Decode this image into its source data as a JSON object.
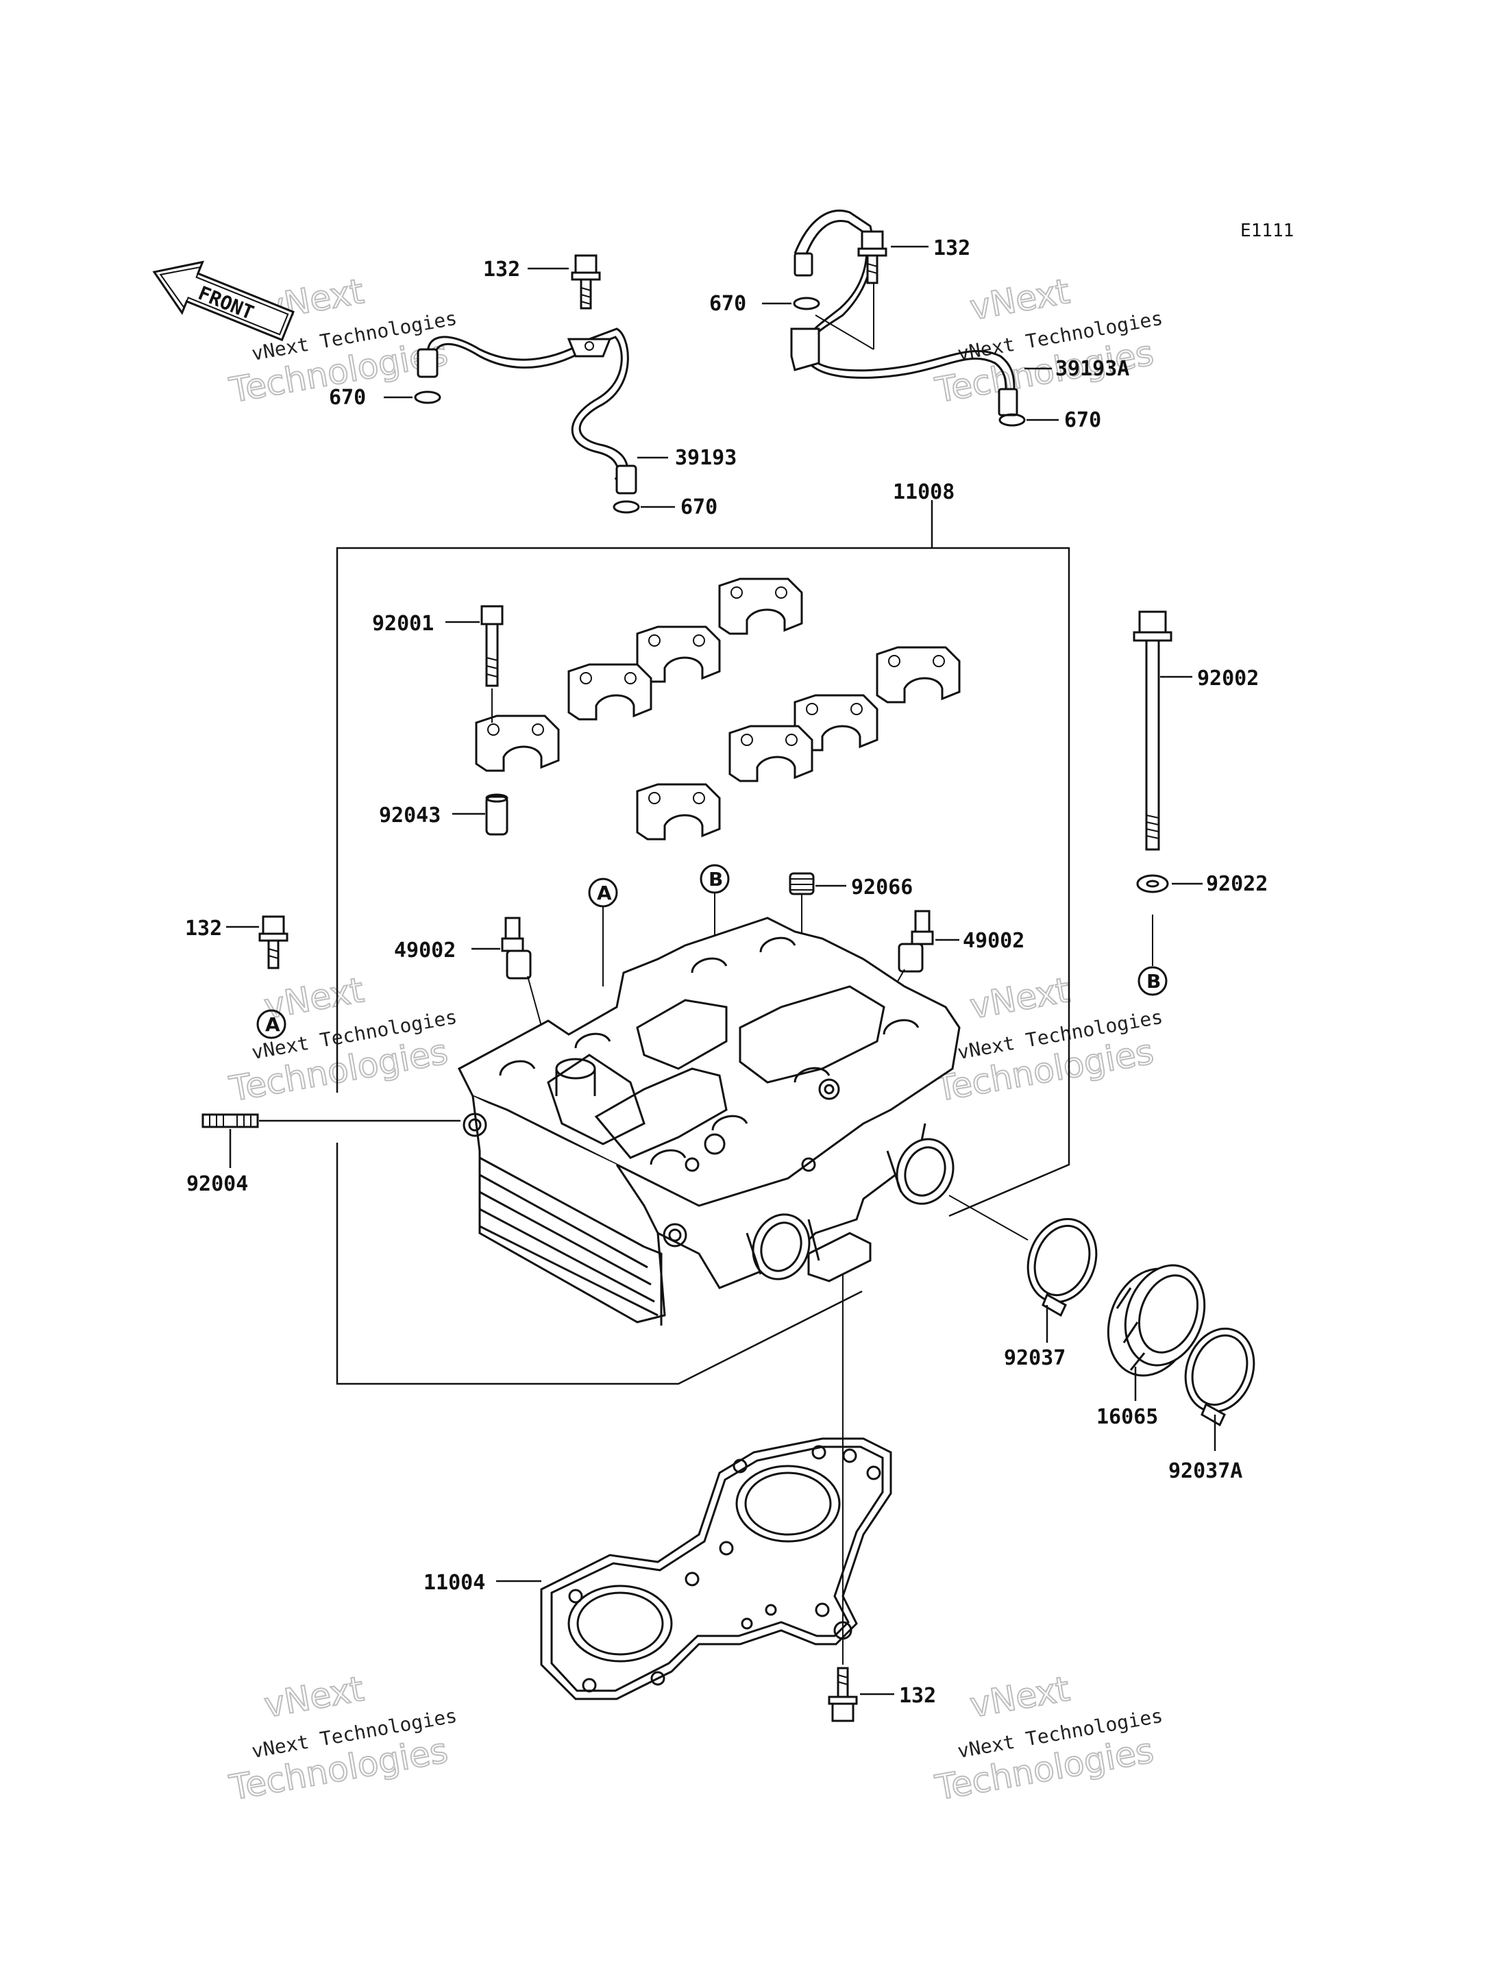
{
  "diagram_code": "E1111",
  "front_label": "FRONT",
  "watermark": {
    "top": "vNext",
    "middle": "vNext Technologies",
    "bottom": "Technologies"
  },
  "callouts": {
    "a": "A",
    "b": "B"
  },
  "parts": {
    "p132_top_left": "132",
    "p132_top_right": "132",
    "p132_left": "132",
    "p132_bottom": "132",
    "p670_left": "670",
    "p670_bottom": "670",
    "p670_right_top": "670",
    "p670_right_bottom": "670",
    "p39193": "39193",
    "p39193a": "39193A",
    "p11008": "11008",
    "p92001": "92001",
    "p92043": "92043",
    "p92066": "92066",
    "p49002_left": "49002",
    "p49002_right": "49002",
    "p92002": "92002",
    "p92022": "92022",
    "p92004": "92004",
    "p92037": "92037",
    "p16065": "16065",
    "p92037a": "92037A",
    "p11004": "11004"
  }
}
